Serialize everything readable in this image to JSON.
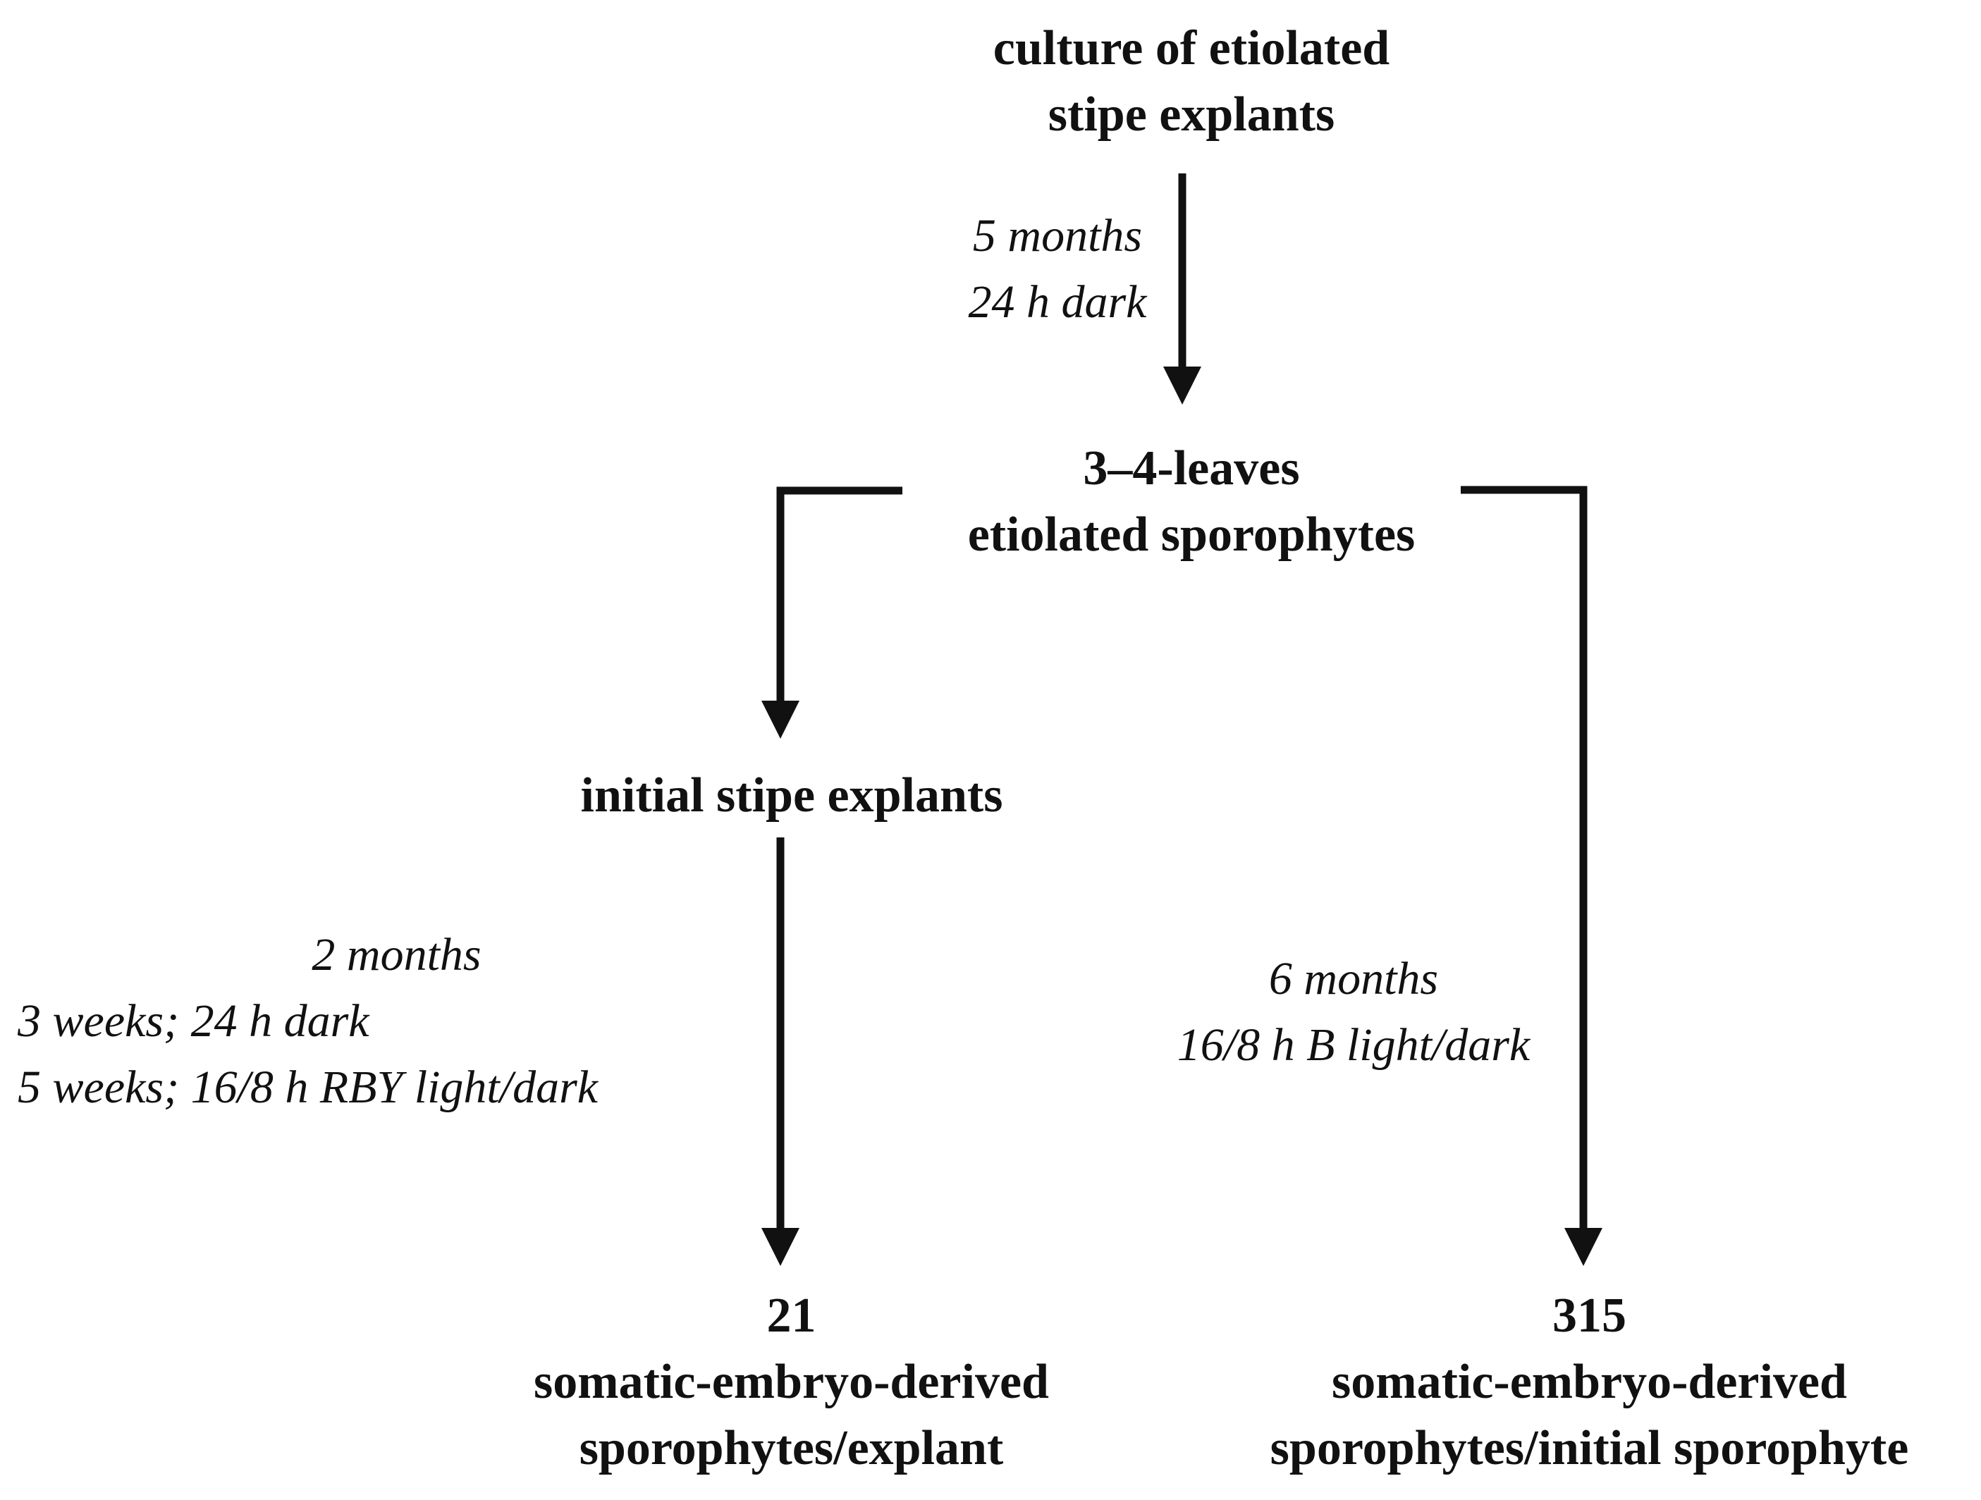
{
  "figure": {
    "background": "#ffffff",
    "ink_color": "#111111",
    "nodes": {
      "culture": {
        "line1": "culture of etiolated",
        "line2": "stipe explants"
      },
      "sporophytes": {
        "line1": "3–4-leaves",
        "line2": "etiolated sporophytes"
      },
      "initial_explants": {
        "label": "initial stipe explants"
      }
    },
    "edge_labels": {
      "culture_to_sporophytes": {
        "line1": "5 months",
        "line2": "24 h dark"
      },
      "initial_explants_to_result": {
        "line1": "2 months",
        "line2": "3 weeks; 24 h dark",
        "line3": "5 weeks; 16/8 h RBY light/dark"
      },
      "sporophytes_to_result": {
        "line1": "6 months",
        "line2": "16/8 h B light/dark"
      }
    },
    "results": {
      "left": {
        "count": "21",
        "line1": "somatic-embryo-derived",
        "line2": "sporophytes/explant"
      },
      "right": {
        "count": "315",
        "line1": "somatic-embryo-derived",
        "line2": "sporophytes/initial sporophyte"
      }
    }
  }
}
